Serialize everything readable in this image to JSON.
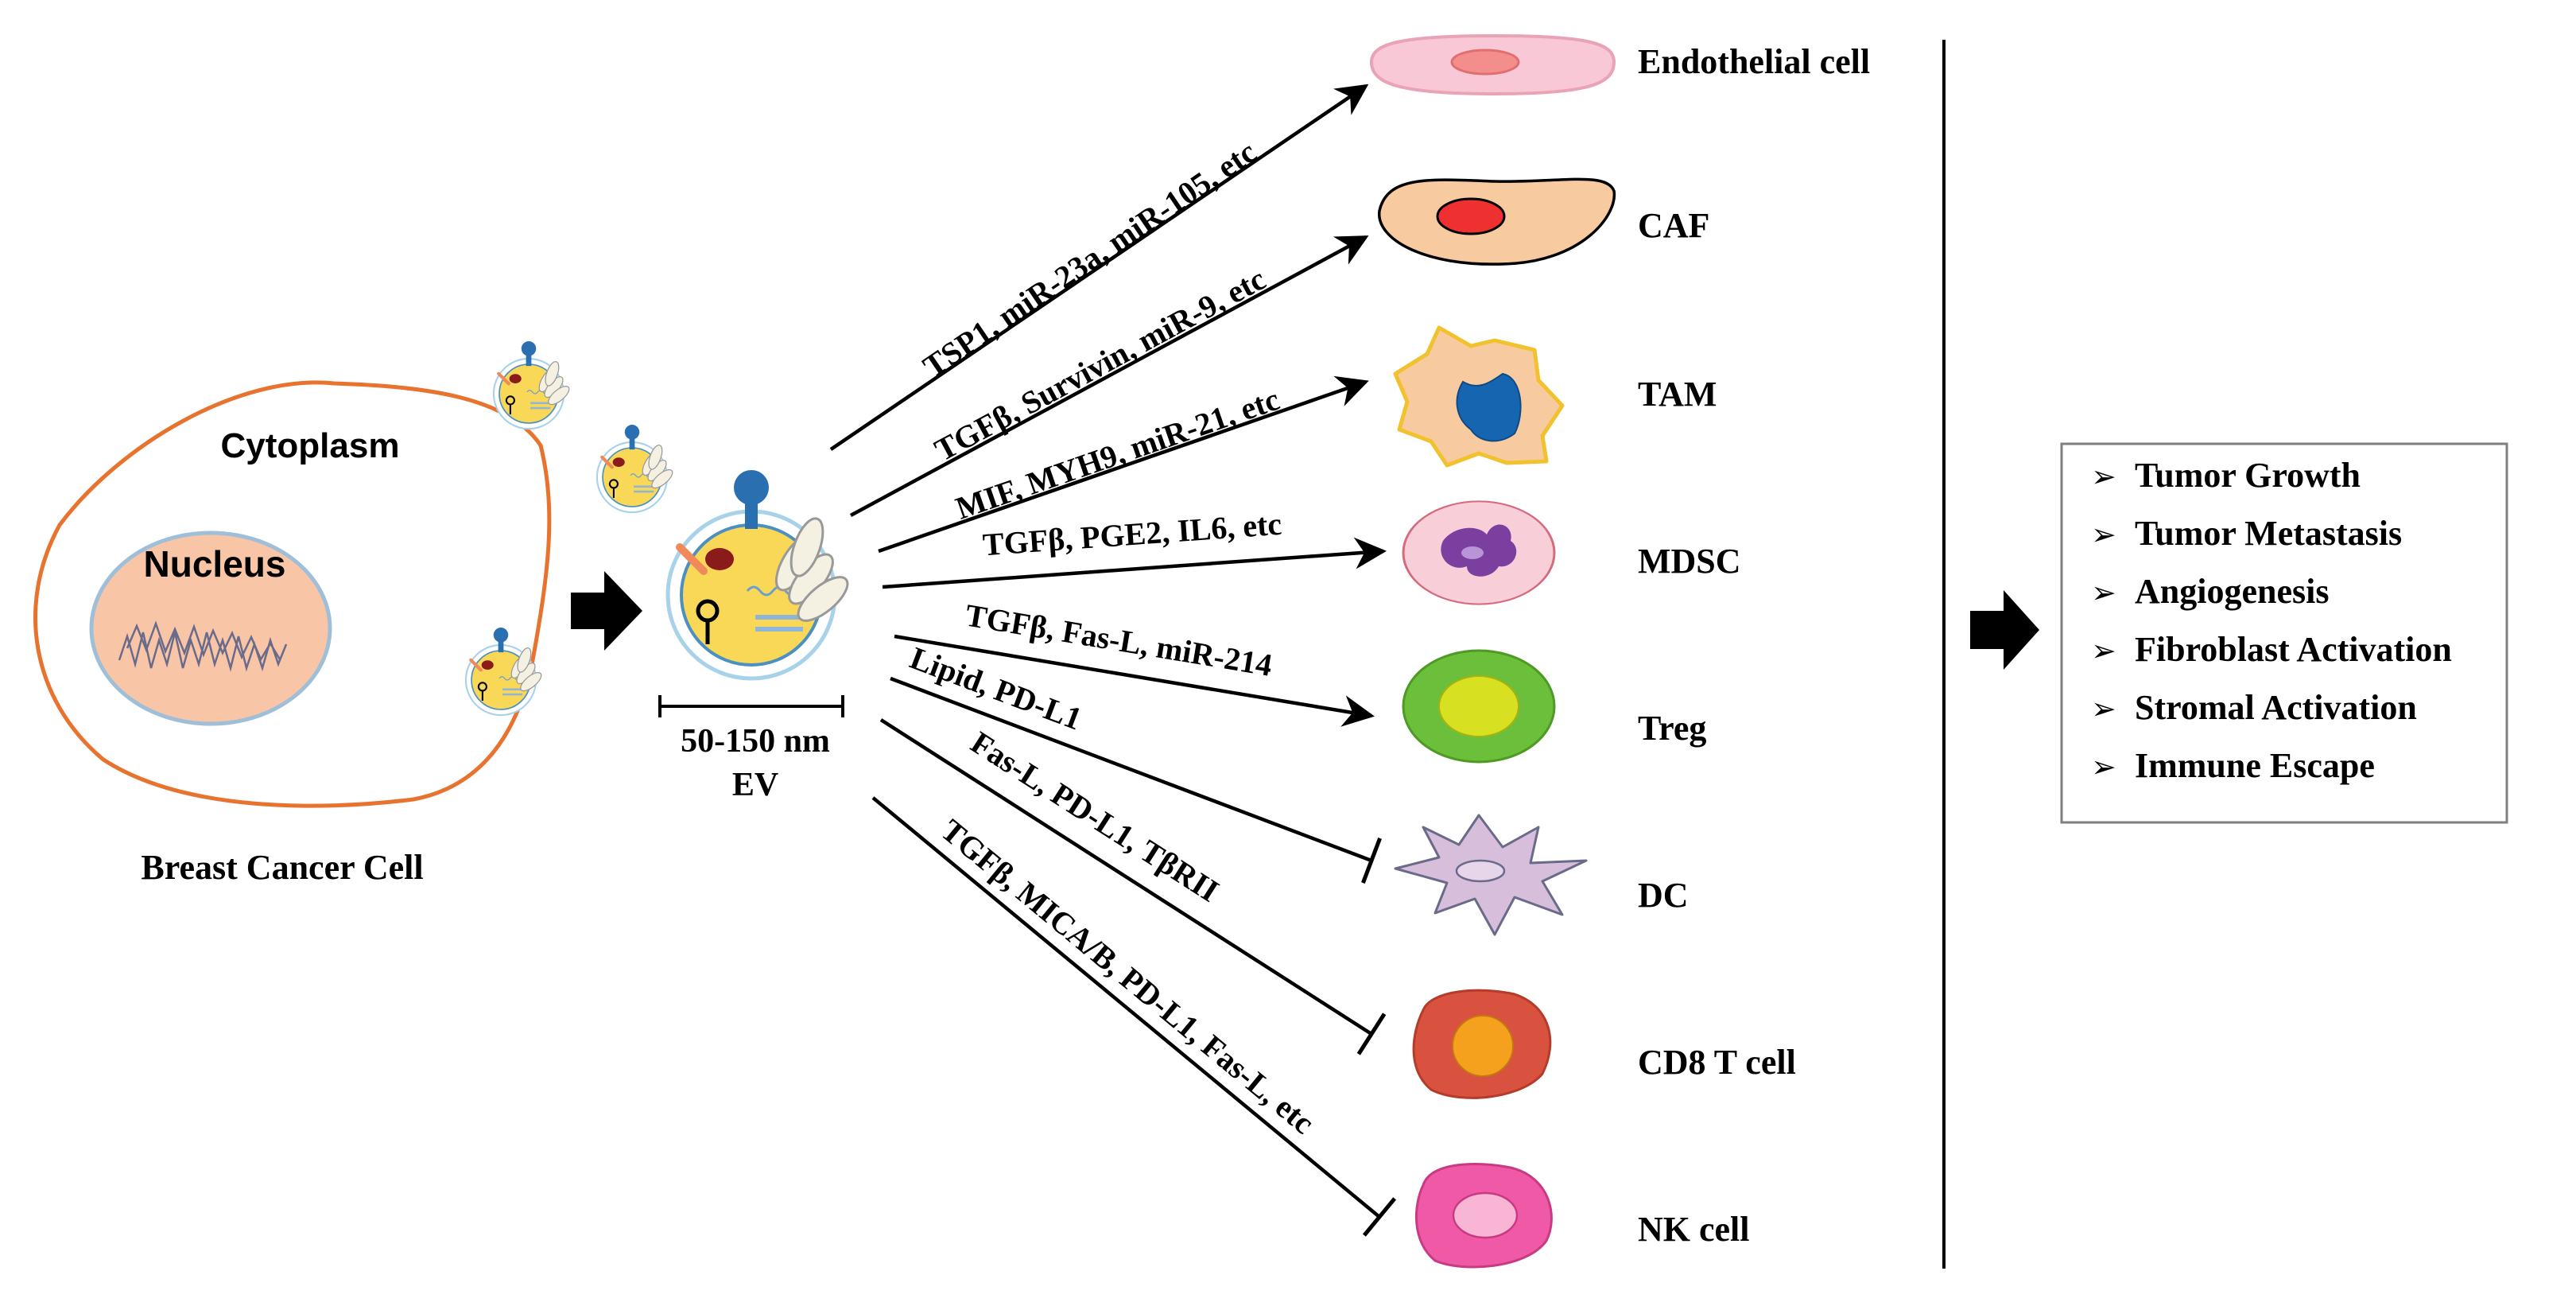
{
  "breast_cell": {
    "title": "Breast Cancer Cell",
    "cytoplasm_label": "Cytoplasm",
    "nucleus_label": "Nucleus"
  },
  "ev": {
    "size_label": "50-150 nm",
    "label": "EV"
  },
  "pathways": [
    {
      "cargo": "TSP1, miR-23a, miR-105, etc",
      "target": "Endothelial cell",
      "effect": "promote"
    },
    {
      "cargo": "TGFβ, Survivin, miR-9, etc",
      "target": "CAF",
      "effect": "promote"
    },
    {
      "cargo": "MIF, MYH9, miR-21, etc",
      "target": "TAM",
      "effect": "promote"
    },
    {
      "cargo": "TGFβ, PGE2, IL6, etc",
      "target": "MDSC",
      "effect": "promote"
    },
    {
      "cargo": "TGFβ, Fas-L, miR-214",
      "target": "Treg",
      "effect": "promote"
    },
    {
      "cargo": "Lipid, PD-L1",
      "target": "DC",
      "effect": "inhibit"
    },
    {
      "cargo": "Fas-L, PD-L1, TβRII",
      "target": "CD8 T cell",
      "effect": "inhibit"
    },
    {
      "cargo": "TGFβ, MICA/B, PD-L1, Fas-L, etc",
      "target": "NK cell",
      "effect": "inhibit"
    }
  ],
  "outcomes": [
    "Tumor Growth",
    "Tumor Metastasis",
    "Angiogenesis",
    "Fibroblast Activation",
    "Stromal Activation",
    "Immune Escape"
  ],
  "colors": {
    "cell_membrane": "#e8732e",
    "nucleus_fill": "#f8c6a6",
    "nucleus_edge": "#9fbfd8",
    "ev_core": "#f9d857",
    "ev_membrane": "#a8d2ea",
    "endothelial": "#f8c8d6",
    "caf": "#f8caa0",
    "tam_outline": "#f2c12e",
    "tam_nucleus": "#1565b0",
    "mdsc_nucleus": "#7b3fa0",
    "treg_outer": "#6cbf3a",
    "treg_inner": "#d8e022",
    "dc": "#d7bfdc",
    "cd8_outer": "#d9523f",
    "cd8_inner": "#f6a11e",
    "nk_outer": "#ef59a6",
    "nk_inner": "#f8b5d4"
  }
}
